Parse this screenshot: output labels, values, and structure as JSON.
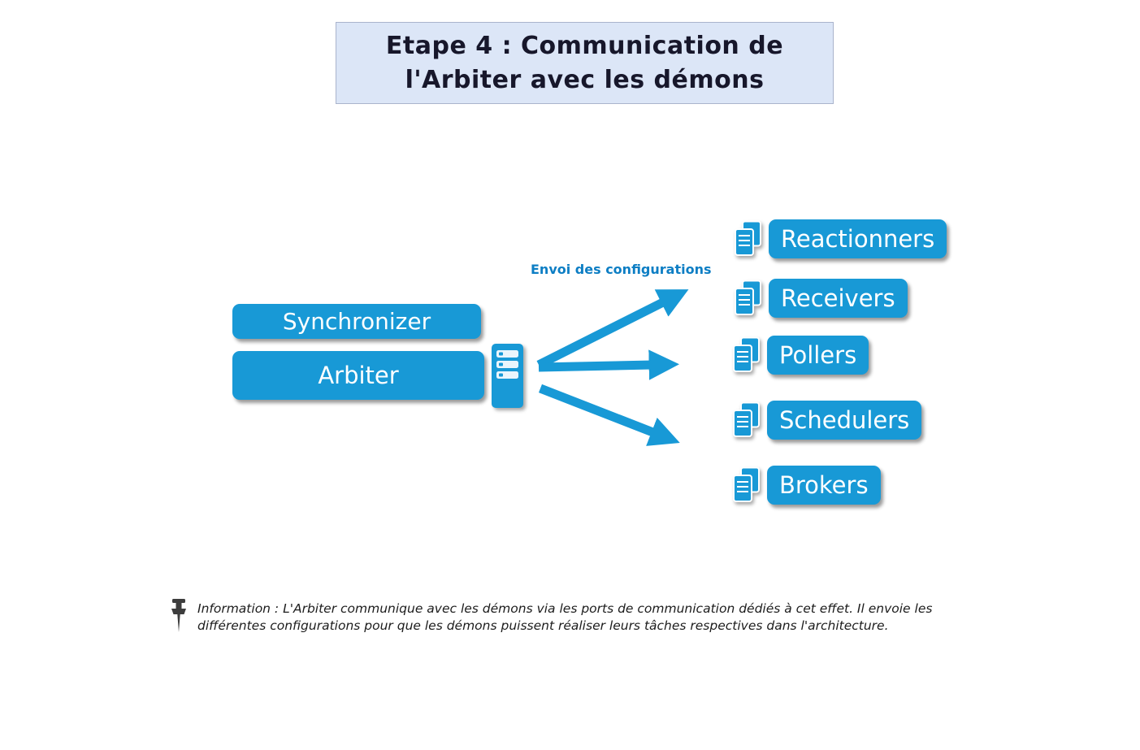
{
  "title": {
    "line1": "Etape 4 : Communication de",
    "line2": "l'Arbiter avec les démons"
  },
  "left_nodes": {
    "synchronizer": "Synchronizer",
    "arbiter": "Arbiter"
  },
  "arrow_label": "Envoi des configurations",
  "daemons": [
    {
      "label": "Reactionners"
    },
    {
      "label": "Receivers"
    },
    {
      "label": "Pollers"
    },
    {
      "label": "Schedulers"
    },
    {
      "label": "Brokers"
    }
  ],
  "note": "Information : L'Arbiter communique avec les démons via les ports de communication dédiés à cet effet. Il envoie les différentes configurations pour que les démons puissent réaliser leurs tâches respectives dans l'architecture.",
  "colors": {
    "accent": "#1899d6",
    "accent-dark": "#0d7ec4",
    "title-bg": "#dce6f7",
    "title-border": "#aab4cc",
    "ink": "#17172b"
  }
}
